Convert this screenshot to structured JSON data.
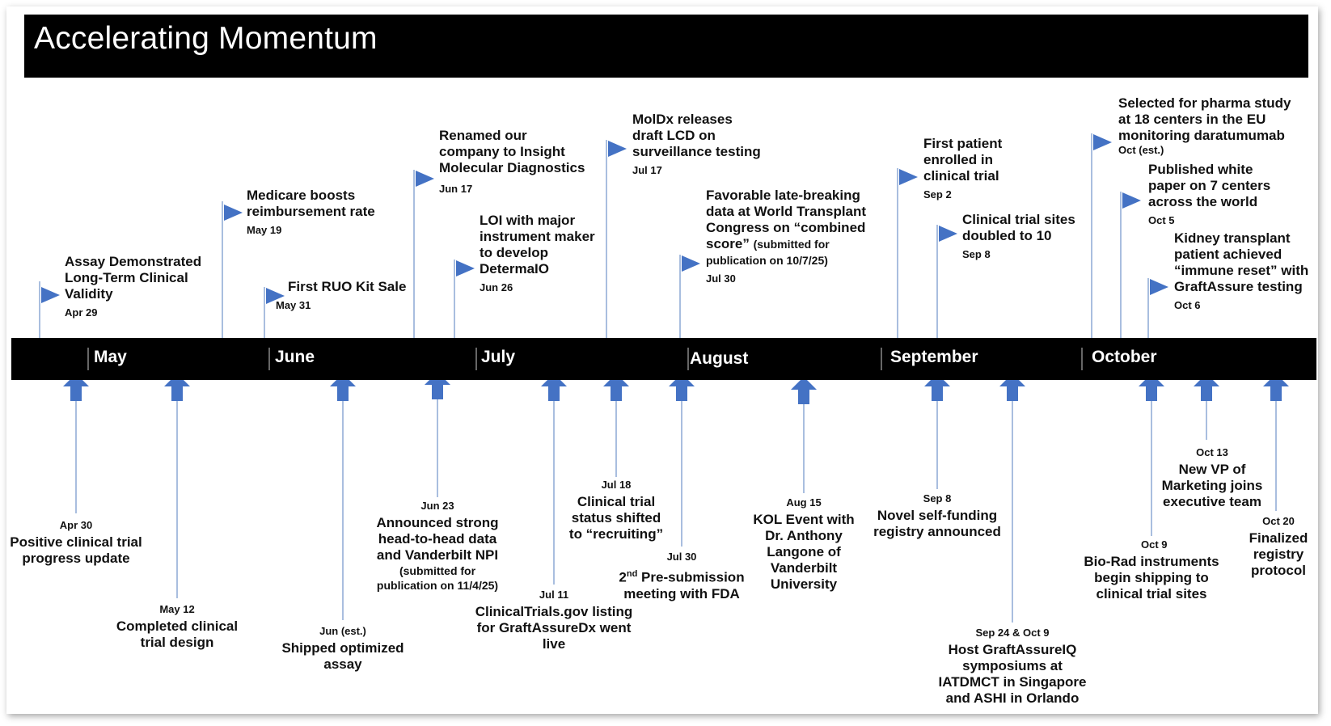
{
  "title": "Accelerating Momentum",
  "months": [
    "May",
    "June",
    "July",
    "August",
    "September",
    "October"
  ],
  "top_events": [
    {
      "id": "t1",
      "date": "Apr 29",
      "lines": [
        "Assay Demonstrated",
        "Long-Term Clinical",
        "Validity"
      ]
    },
    {
      "id": "t2",
      "date": "May 19",
      "lines": [
        "Medicare boosts",
        "reimbursement rate"
      ]
    },
    {
      "id": "t3",
      "date": "May 31",
      "lines": [
        "First RUO Kit Sale"
      ]
    },
    {
      "id": "t4",
      "date": "Jun 17",
      "lines": [
        "Renamed our",
        "company to Insight",
        "Molecular Diagnostics"
      ]
    },
    {
      "id": "t5",
      "date": "Jun 26",
      "lines": [
        "LOI with major",
        "instrument maker",
        "to develop",
        "DetermaIO"
      ]
    },
    {
      "id": "t6",
      "date": "Jul 17",
      "lines": [
        "MolDx releases",
        "draft LCD on",
        "surveillance testing"
      ]
    },
    {
      "id": "t7",
      "date": "Jul 30",
      "lines": [
        "Favorable late-breaking",
        "data at World Transplant",
        "Congress on “combined",
        "score”"
      ],
      "note_lines": [
        "(submitted for",
        "publication on 10/7/25)"
      ]
    },
    {
      "id": "t8",
      "date": "Sep 2",
      "lines": [
        "First patient",
        "enrolled in",
        "clinical trial"
      ]
    },
    {
      "id": "t9",
      "date": "Sep 8",
      "lines": [
        "Clinical trial sites",
        "doubled to 10"
      ]
    },
    {
      "id": "t10",
      "date": "Oct (est.)",
      "lines": [
        "Selected for pharma study",
        "at 18 centers in the EU",
        "monitoring daratumumab"
      ]
    },
    {
      "id": "t11",
      "date": "Oct 5",
      "lines": [
        "Published white",
        "paper on 7 centers",
        "across the world"
      ]
    },
    {
      "id": "t12",
      "date": "Oct 6",
      "lines": [
        "Kidney transplant",
        "patient achieved",
        "“immune reset” with",
        "GraftAssure testing"
      ]
    }
  ],
  "bottom_events": [
    {
      "id": "b1",
      "date": "Apr 30",
      "lines": [
        "Positive clinical trial",
        "progress update"
      ]
    },
    {
      "id": "b2",
      "date": "May 12",
      "lines": [
        "Completed clinical",
        "trial design"
      ]
    },
    {
      "id": "b3",
      "date": "Jun (est.)",
      "lines": [
        "Shipped optimized",
        "assay"
      ]
    },
    {
      "id": "b4",
      "date": "Jun 23",
      "lines": [
        "Announced strong",
        "head-to-head data",
        "and Vanderbilt NPI"
      ],
      "note_lines": [
        "(submitted for",
        "publication on 11/4/25)"
      ]
    },
    {
      "id": "b5",
      "date": "Jul 11",
      "lines": [
        "ClinicalTrials.gov listing",
        "for GraftAssureDx went",
        "live"
      ]
    },
    {
      "id": "b6",
      "date": "Jul 18",
      "lines": [
        "Clinical trial",
        "status shifted",
        "to “recruiting”"
      ]
    },
    {
      "id": "b7",
      "date": "Jul 30",
      "lines": [
        "Pre-submission",
        "meeting with FDA"
      ],
      "prefix": "2",
      "prefix_sup": "nd"
    },
    {
      "id": "b8",
      "date": "Aug 15",
      "lines": [
        "KOL Event with",
        "Dr. Anthony",
        "Langone of",
        "Vanderbilt",
        "University"
      ]
    },
    {
      "id": "b9",
      "date": "Sep 8",
      "lines": [
        "Novel self-funding",
        "registry announced"
      ]
    },
    {
      "id": "b10",
      "date": "Sep 24 & Oct 9",
      "lines": [
        "Host GraftAssureIQ",
        "symposiums at",
        "IATDMCT in Singapore",
        "and ASHI in Orlando"
      ]
    },
    {
      "id": "b11",
      "date": "Oct 9",
      "lines": [
        "Bio-Rad instruments",
        "begin shipping to",
        "clinical trial sites"
      ]
    },
    {
      "id": "b12",
      "date": "Oct 13",
      "lines": [
        "New VP of",
        "Marketing joins",
        "executive team"
      ]
    },
    {
      "id": "b13",
      "date": "Oct 20",
      "lines": [
        "Finalized",
        "registry",
        "protocol"
      ]
    }
  ],
  "colors": {
    "marker": "#4472C4",
    "line": "#A9BEDF",
    "band": "#000000",
    "header": "#000000"
  }
}
